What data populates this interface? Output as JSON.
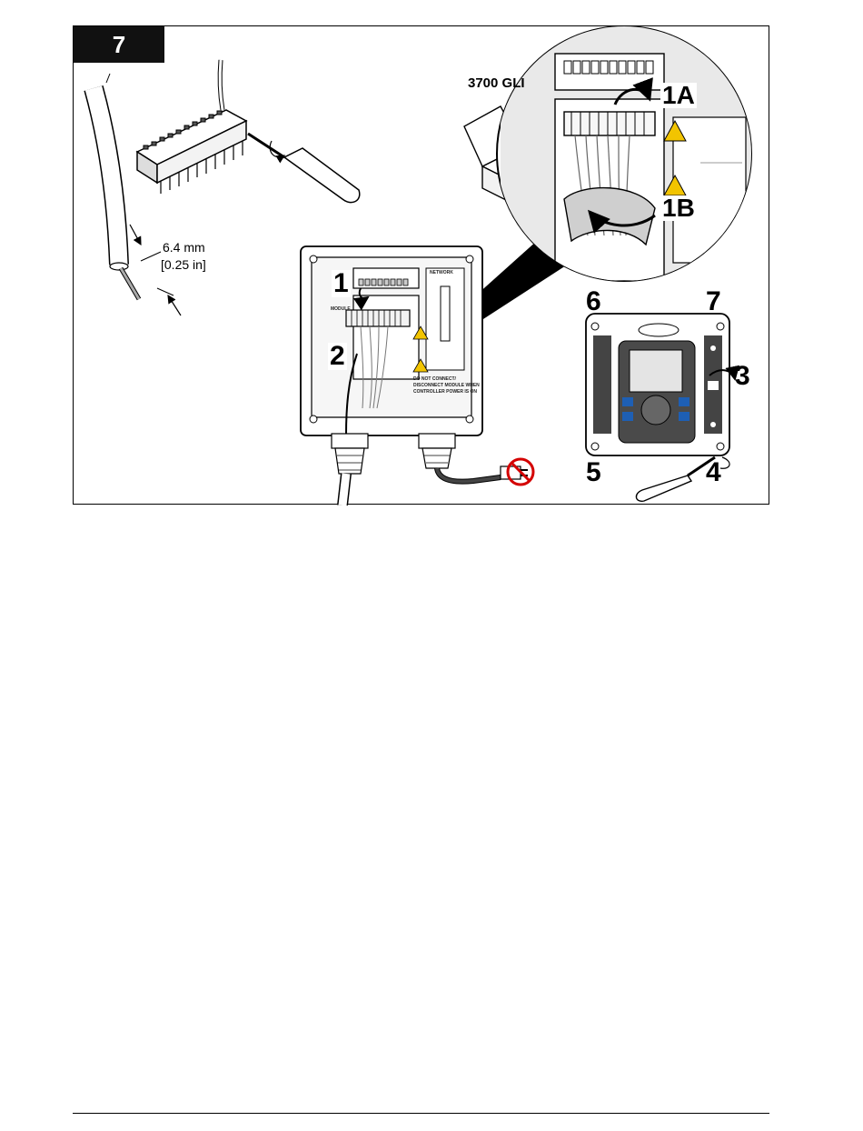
{
  "step_number": "7",
  "strip_length": {
    "metric": "6.4 mm",
    "imperial": "[0.25 in]"
  },
  "product_label": "3700 GLI",
  "inset_callouts": {
    "a": "1A",
    "b": "1B"
  },
  "enclosure_callouts": {
    "one": "1",
    "two": "2"
  },
  "panel_labels": {
    "network": "NETWORK",
    "module": "MODULE"
  },
  "warning_text": {
    "line1": "DO NOT CONNECT/",
    "line2": "DISCONNECT MODULE WHEN",
    "line3": "CONTROLLER POWER IS ON"
  },
  "controller_callouts": {
    "three": "3",
    "four": "4",
    "five": "5",
    "six": "6",
    "seven": "7"
  },
  "icons": [
    "screwdriver-icon",
    "terminal-block-icon",
    "cable-icon",
    "box-icon",
    "warning-icon",
    "electric-hazard-icon",
    "no-power-plug-icon",
    "curved-arrow-icon"
  ]
}
